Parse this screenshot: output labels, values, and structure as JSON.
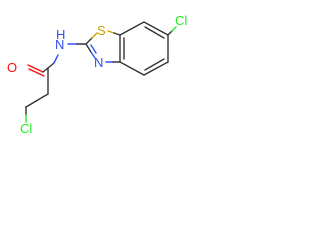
{
  "diagram": {
    "atoms": {
      "o": "O",
      "nh": "N",
      "h": "H",
      "s": "S",
      "n_ring": "N",
      "cl_ring": "Cl",
      "cl_chain": "Cl"
    },
    "colors": {
      "carbon": "#333333",
      "oxygen": "#ff0d0d",
      "nitrogen": "#3050f8",
      "sulfur": "#c8a000",
      "chlorine": "#1ff01f",
      "background": "#ffffff"
    }
  }
}
